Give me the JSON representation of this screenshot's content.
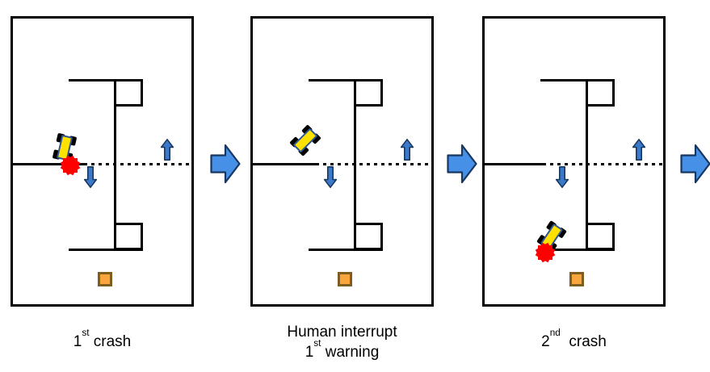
{
  "figure": {
    "panels": [
      {
        "name": "first-crash",
        "caption": [
          {
            "pre": "1",
            "sup": "st",
            "post": " crash"
          }
        ],
        "car_present": true,
        "crash_present": true
      },
      {
        "name": "human-interrupt-first-warning",
        "caption": [
          {
            "pre": "Human interrupt",
            "sup": "",
            "post": ""
          },
          {
            "pre": "1",
            "sup": "st",
            "post": " warning"
          }
        ],
        "car_present": true,
        "crash_present": false
      },
      {
        "name": "second-crash",
        "caption": [
          {
            "pre": "2",
            "sup": "nd",
            "post": "  crash"
          }
        ],
        "car_present": true,
        "crash_present": true
      }
    ],
    "colors": {
      "wall": "#000000",
      "arrow_fill": "#3C79C8",
      "arrow_stroke": "#17375E",
      "next_arrow_fill": "#4790E8",
      "car_body": "#FFE100",
      "car_frame": "#2F5597",
      "wheel": "#000000",
      "crash_star": "#FF0000",
      "goal_fill": "#F9A63F",
      "goal_border": "#7E5D1E"
    },
    "icons": {
      "up": "up-arrow-icon",
      "down": "down-arrow-icon",
      "next": "next-step-arrow-icon",
      "car": "robot-car-icon",
      "crash": "crash-star-icon",
      "goal": "goal-marker-icon"
    }
  }
}
